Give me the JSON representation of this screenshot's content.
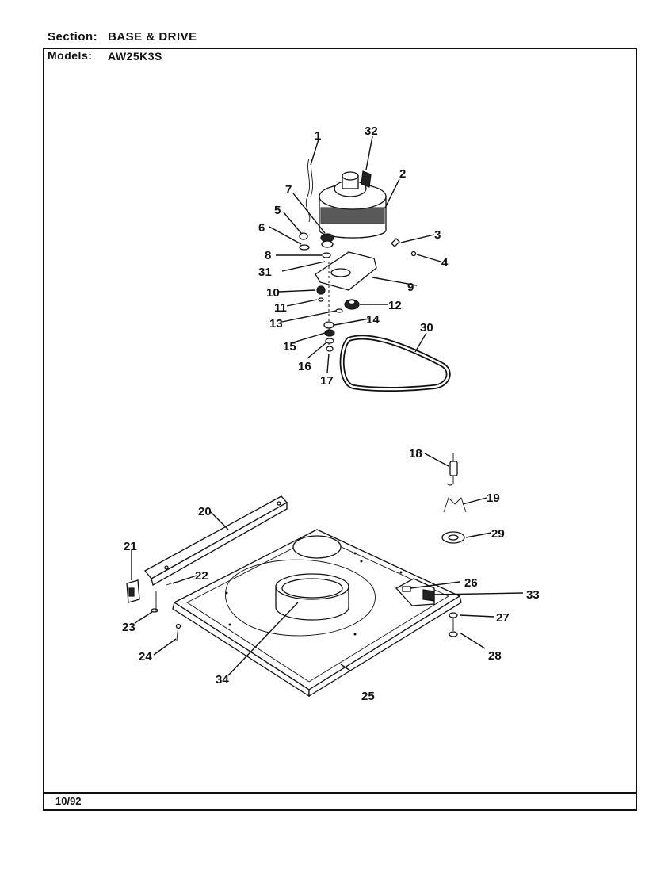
{
  "header": {
    "section_label": "Section:",
    "section_value": "BASE & DRIVE",
    "models_label": "Models:",
    "models_value": "AW25K3S"
  },
  "footer": {
    "date": "10/92"
  },
  "callouts": [
    "1",
    "2",
    "3",
    "4",
    "5",
    "6",
    "7",
    "8",
    "9",
    "10",
    "11",
    "12",
    "13",
    "14",
    "15",
    "16",
    "17",
    "18",
    "19",
    "20",
    "21",
    "22",
    "23",
    "24",
    "25",
    "26",
    "27",
    "28",
    "29",
    "30",
    "31",
    "32",
    "33",
    "34"
  ]
}
